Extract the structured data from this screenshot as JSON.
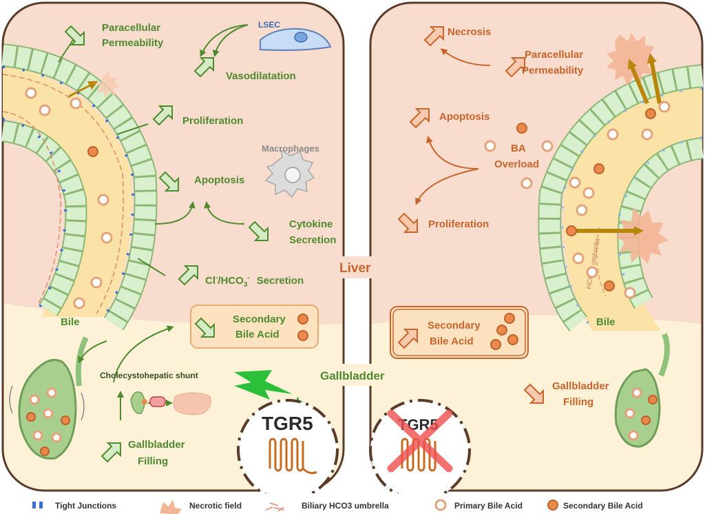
{
  "left": {
    "paracellular": [
      "Paracellular",
      "Permeability"
    ],
    "lsec": "LSEC",
    "vasodilatation": "Vasodilatation",
    "proliferation": "Proliferation",
    "macrophages": "Macrophages",
    "apoptosis": "Apoptosis",
    "cytokine": [
      "Cytokine",
      "Secretion"
    ],
    "cl_prefix": "Cl",
    "cl_mid": "/HCO",
    "cl_sub": "3",
    "cl_suffix": "Secretion",
    "bile": "Bile",
    "secondary_bile_acid": [
      "Secondary",
      "Bile Acid"
    ],
    "shunt": "Cholecystohepatic shunt",
    "gb_filling": [
      "Gallbladder",
      "Filling"
    ],
    "tgr5": "TGR5"
  },
  "right": {
    "necrosis": "Necrosis",
    "paracellular": [
      "Paracellular",
      "Permeability"
    ],
    "apoptosis": "Apoptosis",
    "ba_overload": [
      "BA",
      "Overload"
    ],
    "proliferation": "Proliferation",
    "secondary_bile_acid": [
      "Secondary",
      "Bile Acid"
    ],
    "bile": "Bile",
    "gb_filling": [
      "Gallbladder",
      "Filling"
    ],
    "tgr5": "TGR5",
    "hco3_umbrella": "HCO3⁻ umbrella"
  },
  "center": {
    "liver": "Liver",
    "gallbladder": "Gallbladder"
  },
  "legend": {
    "tight_junctions": "Tight Junctions",
    "necrotic_field": "Necrotic field",
    "biliary_umbrella": "Biliary HCO3 umbrella",
    "primary_ba": "Primary Bile Acid",
    "secondary_ba": "Secondary Bile Acid"
  },
  "colors": {
    "green": "#4f8a2e",
    "orange": "#c8642a",
    "panel_top": "#f8dccd",
    "panel_bottom": "#fdf1d8",
    "cell": "#d9f0cf",
    "bile": "#fbe3a8"
  }
}
